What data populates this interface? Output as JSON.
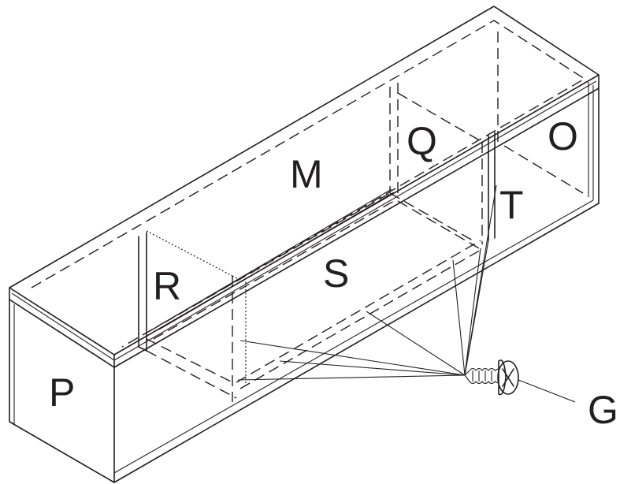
{
  "diagram": {
    "labels": {
      "M": "M",
      "O": "O",
      "P": "P",
      "Q": "Q",
      "R": "R",
      "S": "S",
      "T": "T",
      "G": "G"
    },
    "line_color": "#231f20",
    "background": "#ffffff"
  }
}
